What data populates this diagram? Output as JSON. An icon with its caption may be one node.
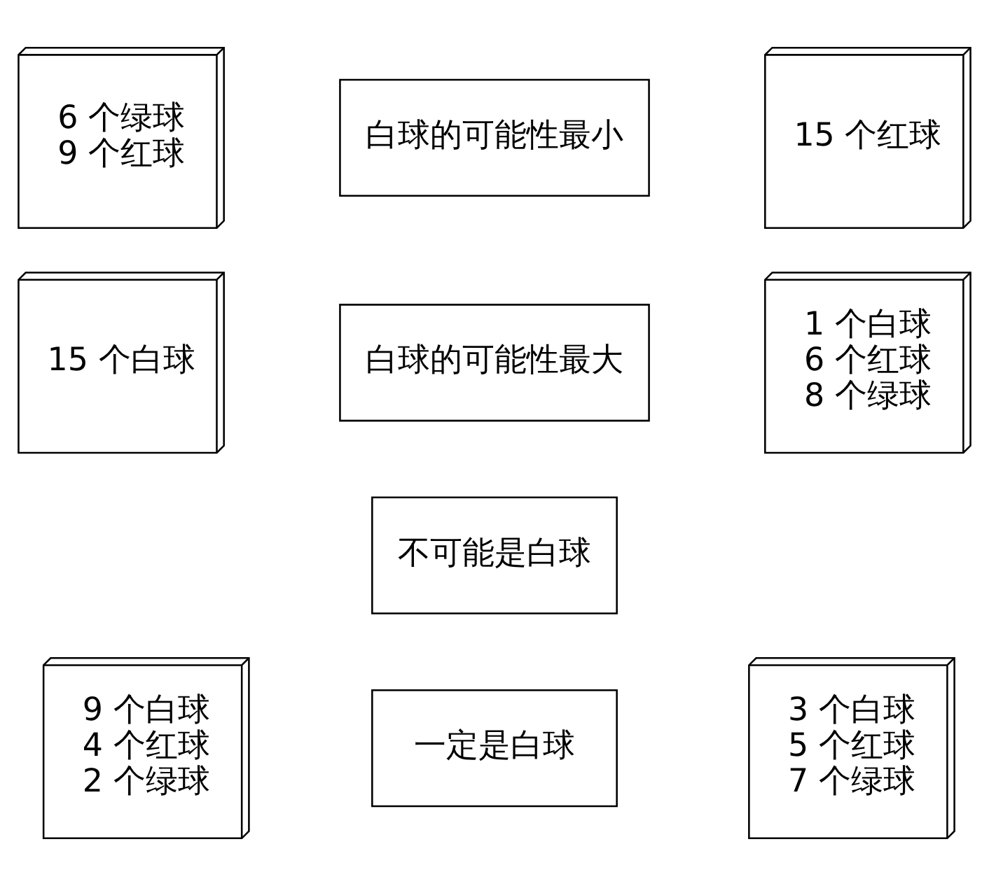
{
  "diagram": {
    "nodes": [
      {
        "text": [
          "6 个绿球",
          "9 个红球"
        ]
      },
      {
        "text": [
          "白球的可能性最小"
        ]
      },
      {
        "text": [
          "15 个红球"
        ]
      },
      {
        "text": [
          "15 个白球"
        ]
      },
      {
        "text": [
          "白球的可能性最大"
        ]
      },
      {
        "text": [
          "1 个白球",
          "6 个红球",
          "8 个绿球"
        ]
      },
      {
        "text": [
          "不可能是白球"
        ]
      },
      {
        "text": [
          "9 个白球",
          "4 个红球",
          "2 个绿球"
        ]
      },
      {
        "text": [
          "一定是白球"
        ]
      },
      {
        "text": [
          "3 个白球",
          "5 个红球",
          "7 个绿球"
        ]
      }
    ]
  }
}
